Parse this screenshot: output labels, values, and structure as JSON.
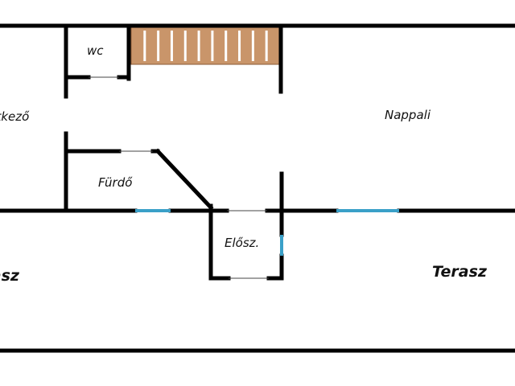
{
  "plan": {
    "rooms": {
      "wc": "wc",
      "etkezo": "Étkező",
      "nappali": "Nappali",
      "furdo": "Fürdő",
      "eloszoba": "Elősz.",
      "terasz_left": "Terasz",
      "terasz_right": "Terasz"
    },
    "colors": {
      "wall": "#000000",
      "window": "#3aa0c8",
      "stair_fill": "#c9956a",
      "stair_line": "#ffffff",
      "background": "#ffffff"
    },
    "stairs": {
      "steps": 11
    }
  }
}
